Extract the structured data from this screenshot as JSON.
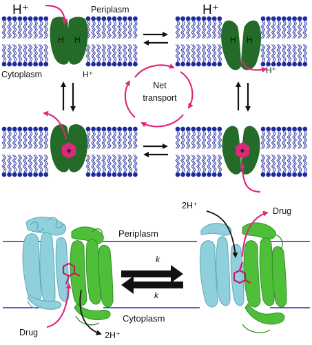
{
  "labels": {
    "h_plus_large_left": "H⁺",
    "h_plus_large_right": "H⁺",
    "periplasm_top": "Periplasm",
    "cytoplasm_top": "Cytoplasm",
    "h_plus_small_left": "H⁺",
    "h_plus_small_right": "H⁺",
    "h_site": "H",
    "drug_mark": "+",
    "net_transport_line1": "Net",
    "net_transport_line2": "transport",
    "periplasm_bottom": "Periplasm",
    "cytoplasm_bottom": "Cytoplasm",
    "rate_k": "k",
    "two_h_plus": "2H⁺",
    "drug": "Drug"
  },
  "colors": {
    "lipid_head": "#1f2a9e",
    "lipid_tail": "#1f2a9e",
    "transporter": "#246b2a",
    "drug": "#e0287a",
    "arrow_pink": "#e0287a",
    "arrow_black": "#111111",
    "protein_cyan": "#8fd0dc",
    "protein_green": "#4fbf3a",
    "membrane_line": "#2a2ab0"
  }
}
